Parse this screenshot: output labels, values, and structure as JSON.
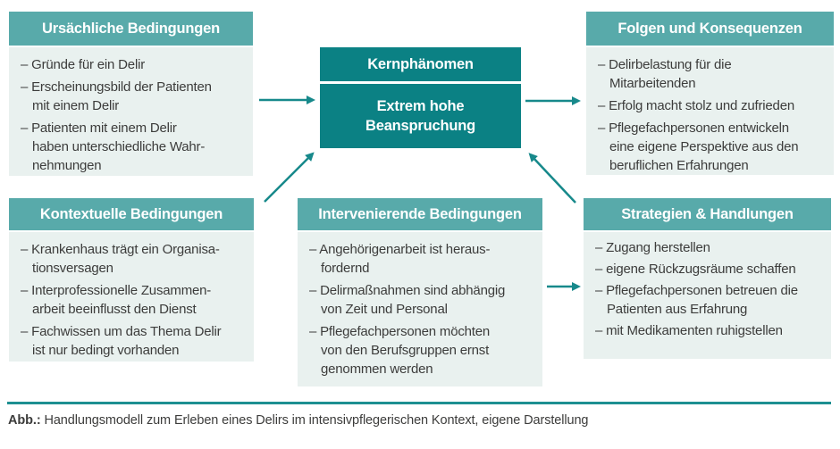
{
  "colors": {
    "header_bg": "#58AAAA",
    "core_bg": "#0B8184",
    "panel_bg": "#E9F1EF",
    "arrow": "#17898B",
    "text": "#3C3C3B",
    "header_text": "#FFFFFF",
    "rule": "#1D8F91"
  },
  "center": {
    "header": "Kernphänomen",
    "core": "Extrem hohe\nBeanspruchung"
  },
  "boxes": {
    "ursaechliche": {
      "title": "Ursächliche Bedingungen",
      "items": [
        "– Gründe für ein Delir",
        "– Erscheinungsbild der Patienten\nmit einem Delir",
        "– Patienten mit einem Delir\nhaben unterschiedliche Wahr-\nnehmungen"
      ]
    },
    "folgen": {
      "title": "Folgen und Konsequenzen",
      "items": [
        "– Delirbelastung für die\nMitarbeitenden",
        "– Erfolg macht stolz und zufrieden",
        "– Pflegefachpersonen entwickeln\neine eigene Perspektive aus den\nberuflichen Erfahrungen"
      ]
    },
    "kontextuelle": {
      "title": "Kontextuelle Bedingungen",
      "items": [
        "– Krankenhaus trägt ein Organisa-\ntionsversagen",
        "– Interprofessionelle Zusammen-\narbeit beeinflusst den Dienst",
        "– Fachwissen um das Thema Delir\nist nur bedingt vorhanden"
      ]
    },
    "intervenierende": {
      "title": "Intervenierende Bedingungen",
      "items": [
        "– Angehörigenarbeit ist heraus-\nfordernd",
        "– Delirmaßnahmen sind abhängig\nvon Zeit und Personal",
        "– Pflegefachpersonen möchten\nvon den Berufsgruppen ernst\ngenommen werden"
      ]
    },
    "strategien": {
      "title": "Strategien & Handlungen",
      "items": [
        "– Zugang herstellen",
        "– eigene Rückzugsräume schaffen",
        "– Pflegefachpersonen betreuen die\nPatienten aus Erfahrung",
        "– mit Medikamenten ruhigstellen"
      ]
    }
  },
  "connections": [
    {
      "from": "Ursächliche Bedingungen",
      "to": "Kernphänomen"
    },
    {
      "from": "Kernphänomen",
      "to": "Folgen und Konsequenzen"
    },
    {
      "from": "Kontextuelle Bedingungen",
      "to": "Kernphänomen"
    },
    {
      "from": "Strategien & Handlungen",
      "to": "Kernphänomen"
    },
    {
      "from": "Intervenierende Bedingungen",
      "to": "Strategien & Handlungen"
    }
  ],
  "caption": {
    "label": "Abb.:",
    "text": " Handlungsmodell zum Erleben eines Delirs im intensivpflegerischen Kontext, eigene Darstellung"
  }
}
